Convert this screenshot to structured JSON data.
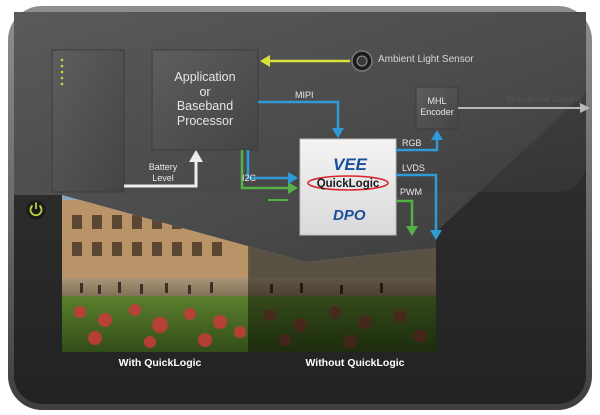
{
  "blocks": {
    "processor": [
      "Application",
      "or",
      "Baseband",
      "Processor"
    ],
    "encoder": [
      "MHL",
      "Encoder"
    ],
    "battery": [
      "Battery",
      "Level"
    ]
  },
  "sensor": {
    "label": "Ambient Light Sensor"
  },
  "external": {
    "label": "To External Display"
  },
  "signals": {
    "mipi": "MIPI",
    "i2c": "I2C",
    "rgb": "RGB",
    "lvds": "LVDS",
    "pwm": "PWM"
  },
  "chip": {
    "brand": "QuickLogic",
    "logo_top": "VEE",
    "logo_bottom": "DPO"
  },
  "captions": {
    "left": "With QuickLogic",
    "right": "Without QuickLogic"
  },
  "colors": {
    "blue_signal": "#2e9bd6",
    "green_signal": "#55b146",
    "sensor_arrow": "#d8e23a",
    "power_icon": "#b5d334",
    "brand_red": "#d8262c",
    "brand_blue": "#1a4d9c"
  },
  "icons": [
    "power-icon",
    "sensor-icon",
    "led-indicator-icon"
  ]
}
